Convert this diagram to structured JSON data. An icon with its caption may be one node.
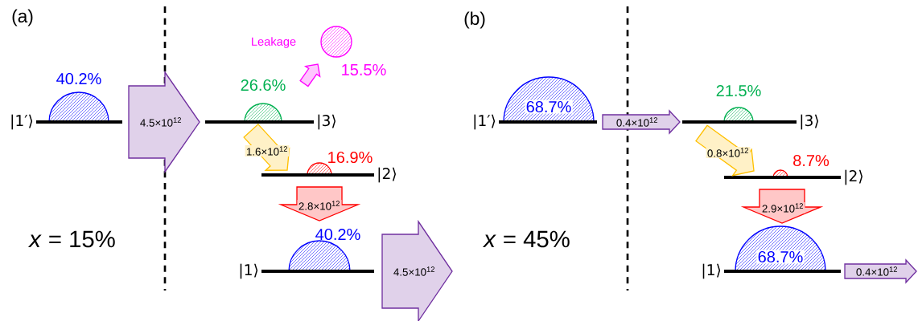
{
  "diagram": {
    "nodes": [
      {
        "text": [
          "|1′⟩"
        ],
        "beside": [
          "40.2%"
        ]
      },
      {
        "text": [
          "|3⟩"
        ],
        "beside": [
          "26.6%"
        ]
      },
      {
        "text": [],
        "shape": "circle",
        "beside": [
          "15.5%"
        ]
      },
      {
        "text": [
          "|2⟩"
        ],
        "beside": [
          "16.9%"
        ]
      },
      {
        "text": [
          "|1⟩"
        ],
        "beside": [
          "40.2%"
        ]
      },
      {
        "text": [
          "|1′⟩",
          "68.7%"
        ]
      },
      {
        "text": [
          "|3⟩"
        ],
        "beside": [
          "21.5%"
        ]
      },
      {
        "text": [
          "|2⟩"
        ],
        "beside": [
          "8.7%"
        ]
      },
      {
        "text": [
          "|1⟩",
          "68.7%"
        ]
      }
    ],
    "edges": [
      {
        "from": 0,
        "to": 1,
        "arrow": "to",
        "label": "4.5×10$^{12}$"
      },
      {
        "from": 1,
        "to": 2,
        "arrow": "to",
        "color": "#ff00ff"
      },
      {
        "from": 1,
        "to": 3,
        "arrow": "to",
        "label": "1.6×10$^{12}$",
        "color": "#ffc000"
      },
      {
        "from": 3,
        "to": 4,
        "arrow": "to",
        "label": "2.8×10$^{12}$",
        "color": "#ff0000"
      },
      {
        "from": 4,
        "to": null,
        "arrow": "to",
        "label": "4.5×10$^{12}$"
      },
      {
        "from": 5,
        "to": 6,
        "arrow": "to",
        "label": "0.4×10$^{12}$"
      },
      {
        "from": 6,
        "to": 7,
        "arrow": "to",
        "label": "0.8×10$^{12}$",
        "color": "#ffc000"
      },
      {
        "from": 7,
        "to": 8,
        "arrow": "to",
        "label": "2.9×10$^{12}$",
        "color": "#ff0000"
      },
      {
        "from": 8,
        "to": null,
        "arrow": "to",
        "label": "0.4×10$^{12}$"
      }
    ],
    "labels": [
      "(a)",
      "Leakage",
      "*x* = 15%",
      "(b)",
      "*x* = 45%"
    ]
  }
}
